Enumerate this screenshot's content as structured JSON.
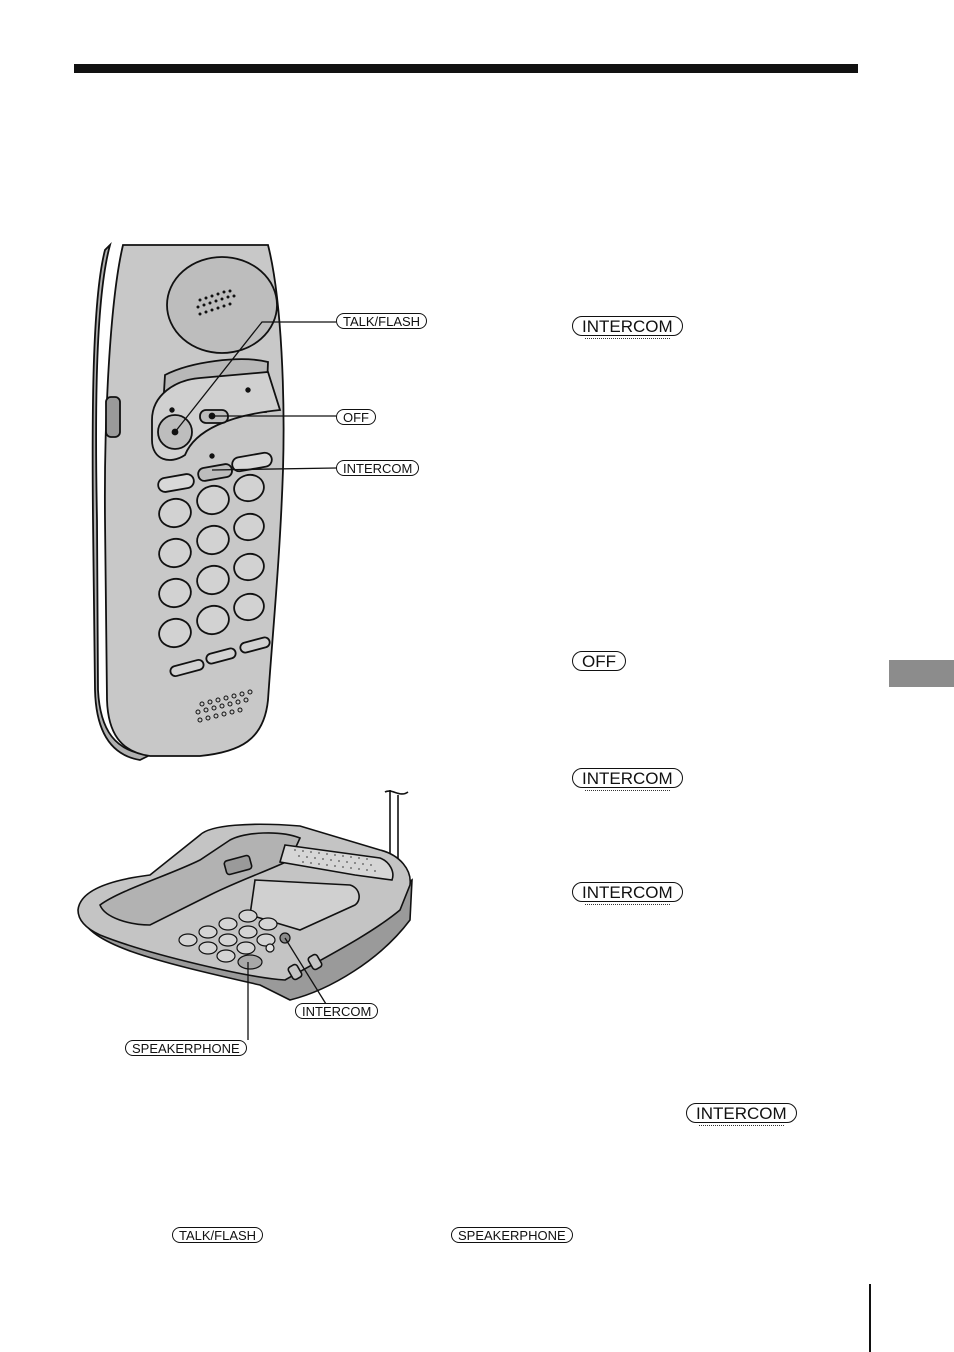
{
  "labels": {
    "talk_flash": "TALK/FLASH",
    "off": "OFF",
    "intercom": "INTERCOM",
    "speakerphone": "SPEAKERPHONE"
  },
  "colors": {
    "body_gray": "#c8c8c8",
    "dark_gray": "#9a9a9a",
    "tab_gray": "#8c8c8c",
    "line": "#111111"
  }
}
